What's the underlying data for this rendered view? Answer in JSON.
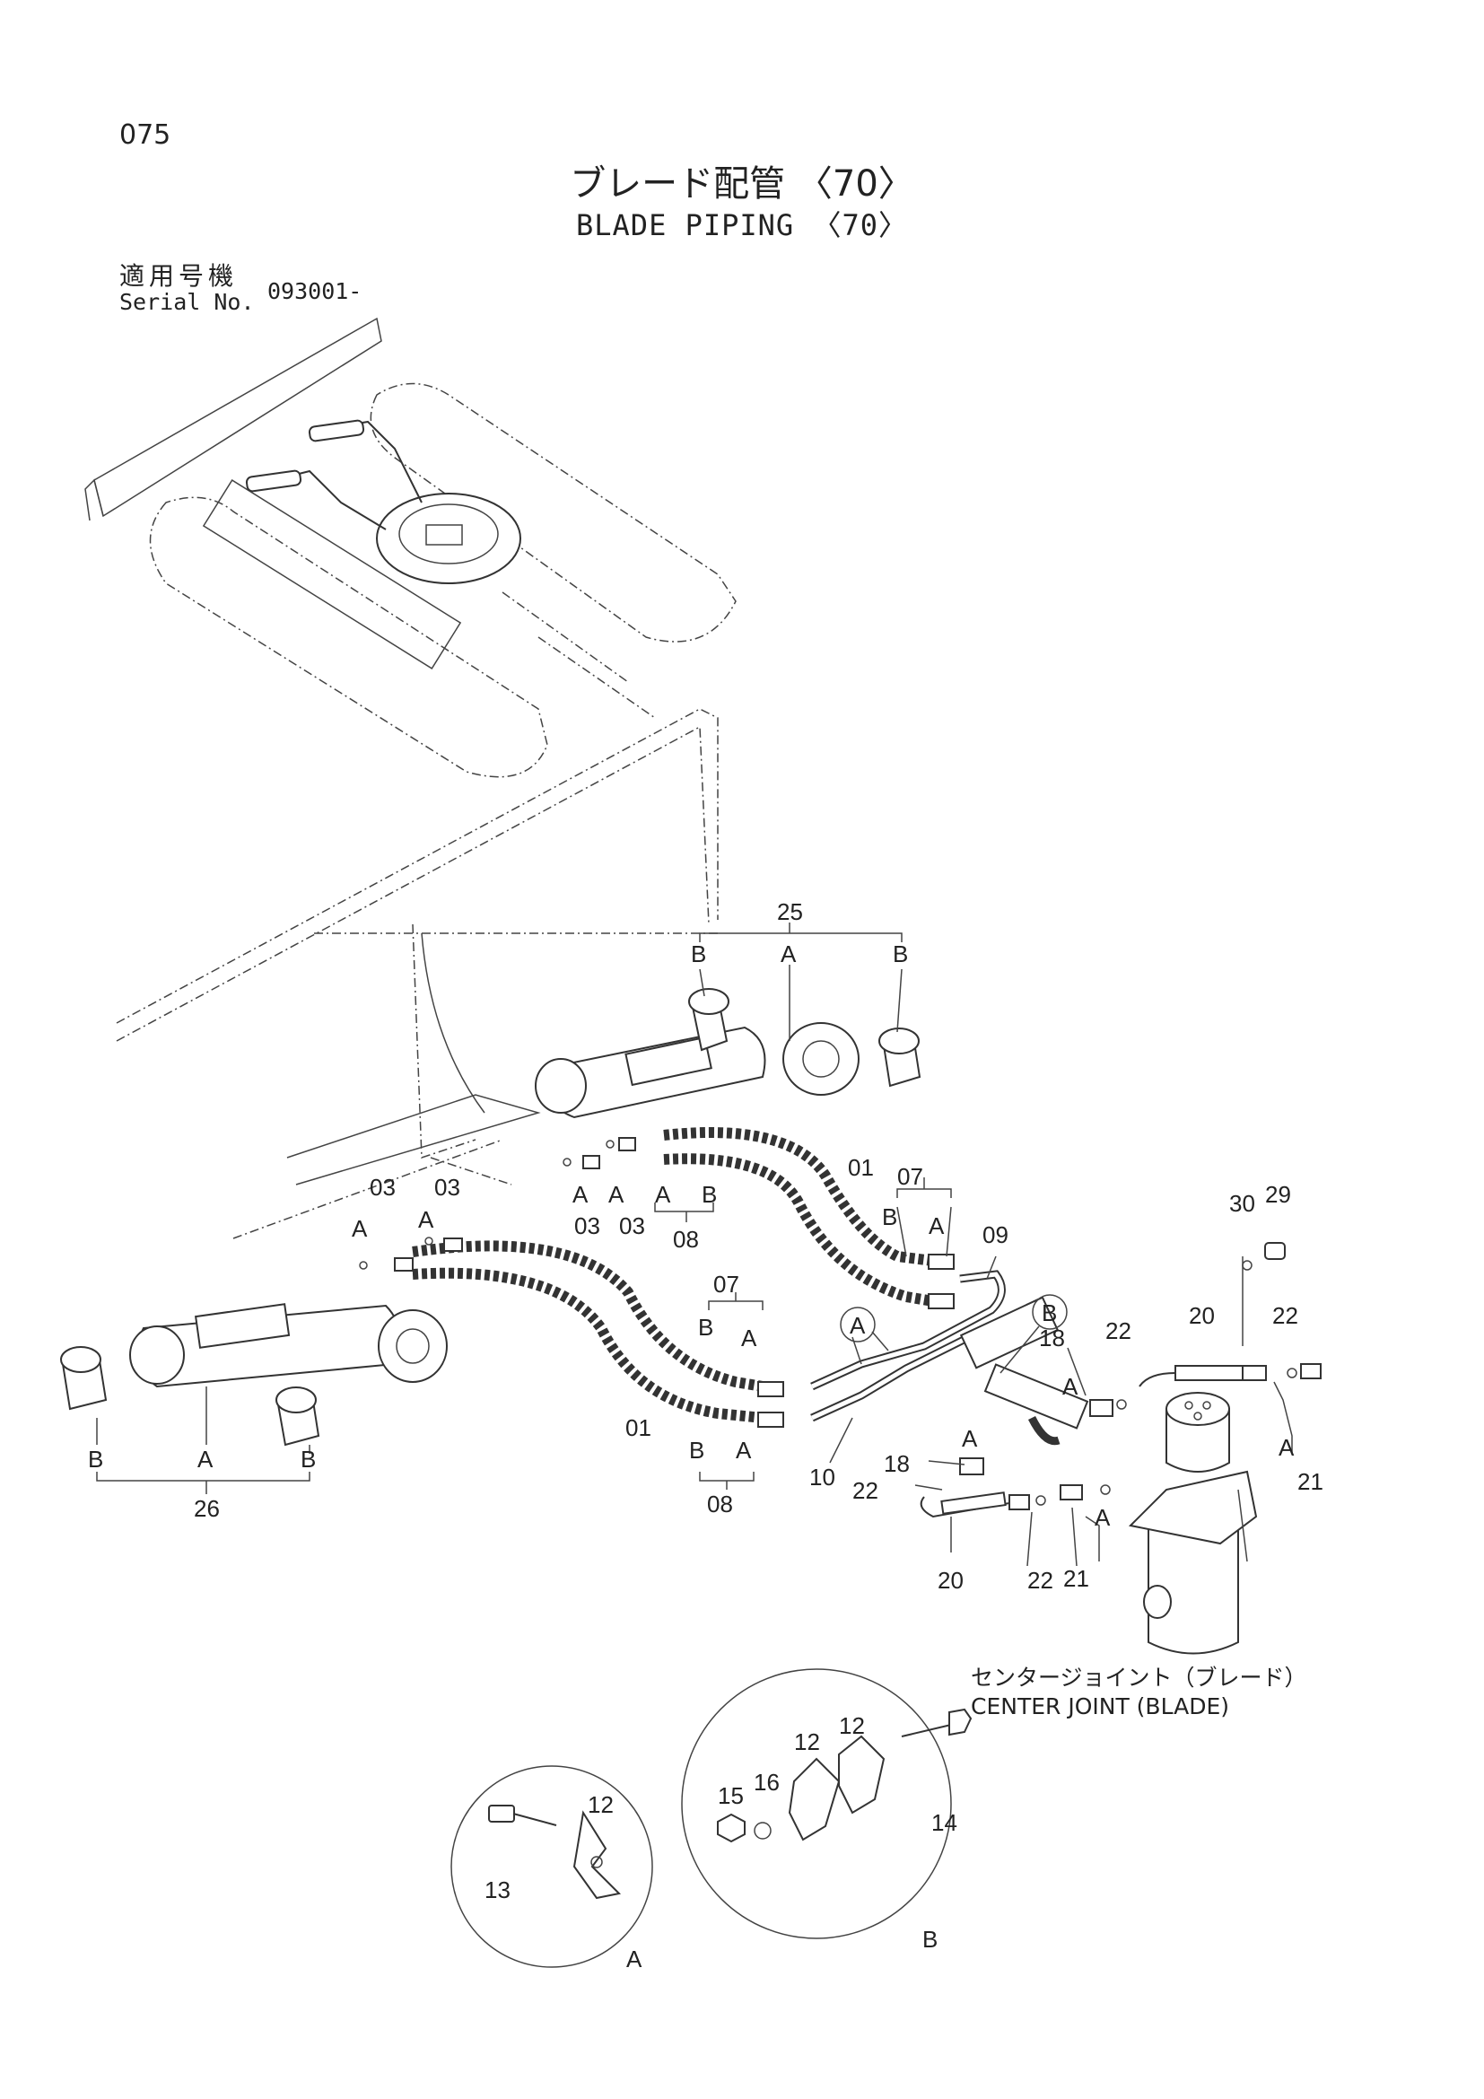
{
  "header": {
    "page_number": "075",
    "title_jp": "ブレード配管 〈70〉",
    "title_en": "BLADE PIPING 〈70〉",
    "serial_label_jp": "適用号機",
    "serial_label_en": "Serial No.",
    "serial_value": "093001-"
  },
  "callouts": {
    "c25": "25",
    "c26": "26",
    "c01": "01",
    "c03": "03",
    "c07": "07",
    "c08": "08",
    "c09": "09",
    "c10": "10",
    "c12": "12",
    "c13": "13",
    "c14": "14",
    "c15": "15",
    "c16": "16",
    "c18": "18",
    "c20": "20",
    "c21": "21",
    "c22": "22",
    "c29": "29",
    "c30": "30",
    "A": "A",
    "B": "B"
  },
  "center_joint": {
    "label_jp": "センタージョイント（ブレード）",
    "label_en": "CENTER JOINT (BLADE)"
  },
  "colors": {
    "ink": "#333333",
    "paper": "#ffffff"
  }
}
